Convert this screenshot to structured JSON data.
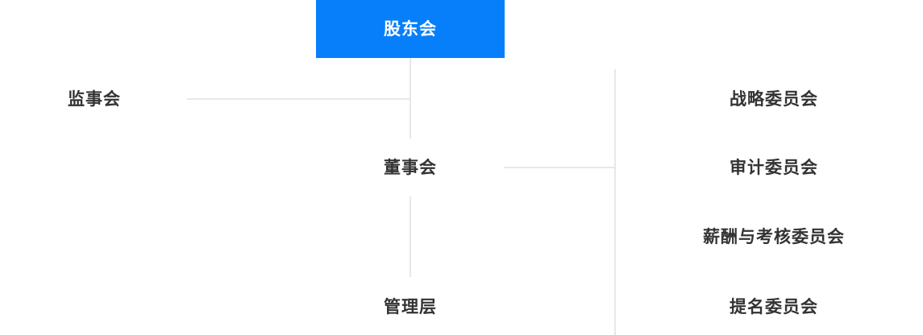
{
  "chart_data": {
    "type": "diagram",
    "subtype": "org-chart",
    "title": "",
    "colors": {
      "root_background": "#077ffb",
      "root_text": "#ffffff",
      "node_text": "#333333",
      "connector": "#e8e8e8",
      "canvas": "#ffffff"
    },
    "nodes": [
      {
        "id": "shareholders",
        "label": "股东会",
        "level": 0,
        "style": "filled-blue",
        "column": "center"
      },
      {
        "id": "supervisory",
        "label": "监事会",
        "level": 1,
        "style": "plain-text",
        "column": "left"
      },
      {
        "id": "board",
        "label": "董事会",
        "level": 1,
        "style": "plain-text",
        "column": "center"
      },
      {
        "id": "management",
        "label": "管理层",
        "level": 2,
        "style": "plain-text",
        "column": "center"
      },
      {
        "id": "strategy",
        "label": "战略委员会",
        "level": 2,
        "style": "plain-text",
        "column": "right"
      },
      {
        "id": "audit",
        "label": "审计委员会",
        "level": 2,
        "style": "plain-text",
        "column": "right"
      },
      {
        "id": "remuneration",
        "label": "薪酬与考核委员会",
        "level": 2,
        "style": "plain-text",
        "column": "right"
      },
      {
        "id": "nomination",
        "label": "提名委员会",
        "level": 2,
        "style": "plain-text",
        "column": "right"
      }
    ],
    "edges": [
      {
        "from": "shareholders",
        "to": "supervisory"
      },
      {
        "from": "shareholders",
        "to": "board"
      },
      {
        "from": "board",
        "to": "management"
      },
      {
        "from": "board",
        "to": "strategy"
      },
      {
        "from": "board",
        "to": "audit"
      },
      {
        "from": "board",
        "to": "remuneration"
      },
      {
        "from": "board",
        "to": "nomination"
      }
    ]
  },
  "chart": {
    "root": {
      "label": "股东会"
    },
    "left": {
      "supervisory": "监事会"
    },
    "center": {
      "board": "董事会",
      "management": "管理层"
    },
    "committees": [
      {
        "label": "战略委员会"
      },
      {
        "label": "审计委员会"
      },
      {
        "label": "薪酬与考核委员会"
      },
      {
        "label": "提名委员会"
      }
    ]
  }
}
